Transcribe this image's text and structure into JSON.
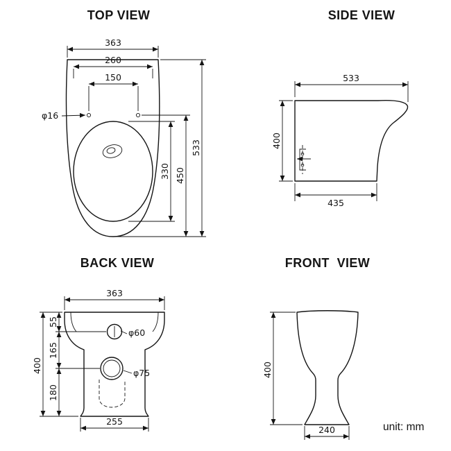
{
  "unit_label": "unit: mm",
  "views": {
    "top": {
      "title": "TOP VIEW",
      "dims": {
        "overall_width": "363",
        "seat_width": "260",
        "hinge_spacing": "150",
        "hinge_hole_dia": "φ16",
        "bowl_length": "330",
        "seat_length": "450",
        "overall_length": "533"
      }
    },
    "side": {
      "title": "SIDE VIEW",
      "dims": {
        "overall_length": "533",
        "height": "400",
        "base_length": "435"
      }
    },
    "back": {
      "title": "BACK VIEW",
      "dims": {
        "overall_width": "363",
        "top_to_inlet": "55",
        "inlet_to_outlet": "165",
        "outlet_to_floor": "180",
        "height": "400",
        "inlet_dia": "φ60",
        "outlet_dia": "φ75",
        "base_width": "255"
      }
    },
    "front": {
      "title": "FRONT  VIEW",
      "dims": {
        "height": "400",
        "base_width": "240"
      }
    }
  }
}
